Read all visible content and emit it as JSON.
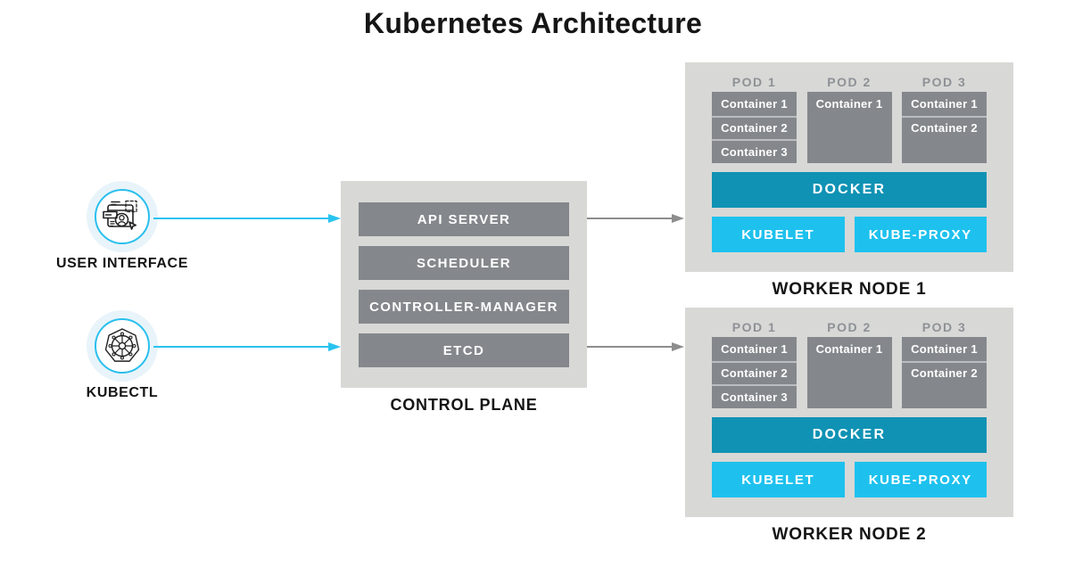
{
  "title": "Kubernetes Architecture",
  "clients": [
    {
      "label": "USER INTERFACE",
      "icon": "browser-user-icon"
    },
    {
      "label": "KUBECTL",
      "icon": "kubernetes-wheel-icon"
    }
  ],
  "control_plane": {
    "label": "CONTROL PLANE",
    "components": [
      "API SERVER",
      "SCHEDULER",
      "CONTROLLER-MANAGER",
      "ETCD"
    ]
  },
  "worker_nodes": [
    {
      "label": "WORKER NODE 1",
      "pods": [
        {
          "name": "POD 1",
          "containers": [
            "Container 1",
            "Container 2",
            "Container 3"
          ]
        },
        {
          "name": "POD 2",
          "containers": [
            "Container 1"
          ]
        },
        {
          "name": "POD 3",
          "containers": [
            "Container 1",
            "Container 2"
          ]
        }
      ],
      "runtime": "DOCKER",
      "services": [
        "KUBELET",
        "KUBE-PROXY"
      ]
    },
    {
      "label": "WORKER NODE 2",
      "pods": [
        {
          "name": "POD 1",
          "containers": [
            "Container 1",
            "Container 2",
            "Container 3"
          ]
        },
        {
          "name": "POD 2",
          "containers": [
            "Container 1"
          ]
        },
        {
          "name": "POD 3",
          "containers": [
            "Container 1",
            "Container 2"
          ]
        }
      ],
      "runtime": "DOCKER",
      "services": [
        "KUBELET",
        "KUBE-PROXY"
      ]
    }
  ],
  "edges": [
    {
      "from": "USER INTERFACE",
      "to": "CONTROL PLANE",
      "color": "#29c3f0"
    },
    {
      "from": "KUBECTL",
      "to": "CONTROL PLANE",
      "color": "#29c3f0"
    },
    {
      "from": "CONTROL PLANE",
      "to": "WORKER NODE 1",
      "color": "#8d8d8d"
    },
    {
      "from": "CONTROL PLANE",
      "to": "WORKER NODE 2",
      "color": "#8d8d8d"
    }
  ],
  "colors": {
    "node_background": "#d8d8d6",
    "component_bar": "#84888c",
    "pod_box": "#84888c",
    "pod_label_text": "#8e9196",
    "docker_bar": "#0f92b4",
    "service_badge": "#1ec1ee",
    "arrow_cyan": "#29c3f0",
    "arrow_gray": "#8d8d8d",
    "icon_ring": "#29bfee",
    "icon_halo": "#e8f4fa",
    "label_text": "#141414"
  }
}
